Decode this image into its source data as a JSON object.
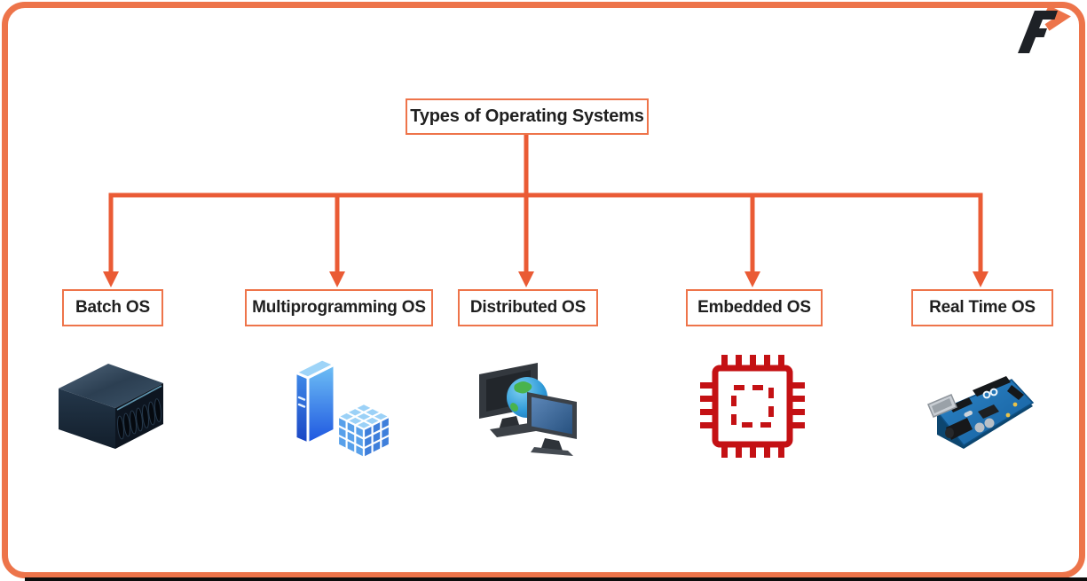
{
  "logo": {
    "name": "faceprep-logo",
    "letter": "F"
  },
  "diagram": {
    "title": "Types of Operating Systems",
    "branches": [
      {
        "label": "Batch OS",
        "icon": "server-rack-icon"
      },
      {
        "label": "Multiprogramming OS",
        "icon": "computer-tower-and-cube-icon"
      },
      {
        "label": "Distributed OS",
        "icon": "networked-monitors-globe-icon"
      },
      {
        "label": "Embedded OS",
        "icon": "microchip-icon"
      },
      {
        "label": "Real Time OS",
        "icon": "arduino-board-icon"
      }
    ]
  },
  "colors": {
    "accent_border": "#ED744A",
    "box_border": "#EE744A",
    "connector": "#EA5B35",
    "text": "#1F1F1F",
    "chip_red": "#C41114",
    "logo_black": "#1E2126"
  }
}
